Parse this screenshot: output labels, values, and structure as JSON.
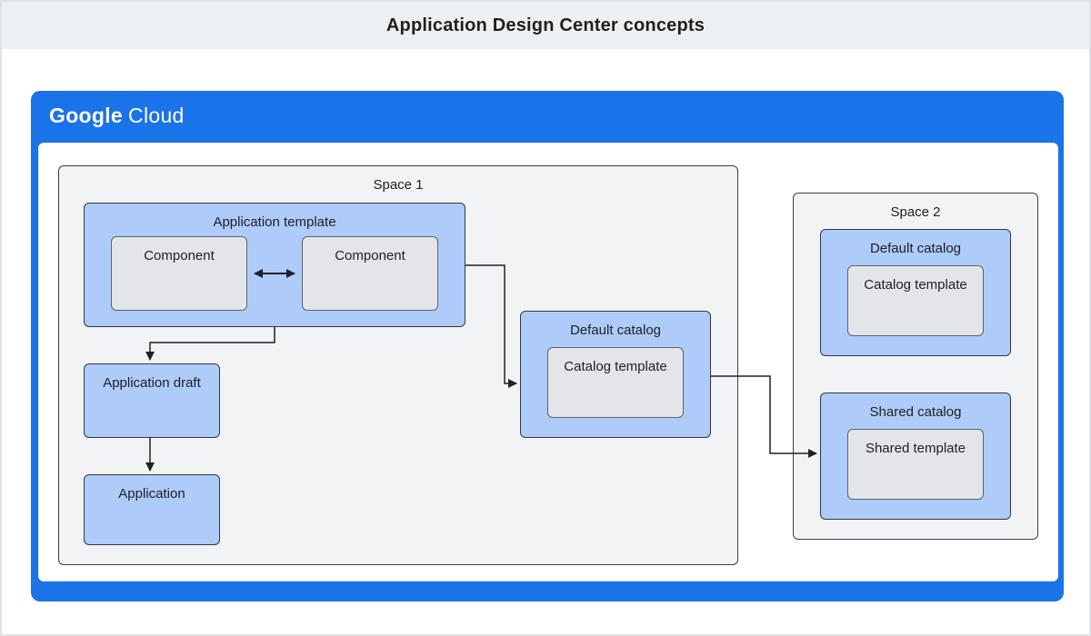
{
  "title": "Application Design Center concepts",
  "brand": {
    "google": "Google",
    "cloud": "Cloud"
  },
  "spaces": {
    "space1": {
      "label": "Space 1",
      "application_template": {
        "label": "Application template",
        "components": [
          "Component",
          "Component"
        ]
      },
      "application_draft": {
        "label": "Application draft"
      },
      "application": {
        "label": "Application"
      },
      "default_catalog": {
        "label": "Default catalog",
        "catalog_template": {
          "label": "Catalog template"
        }
      }
    },
    "space2": {
      "label": "Space 2",
      "default_catalog": {
        "label": "Default catalog",
        "catalog_template": {
          "label": "Catalog template"
        }
      },
      "shared_catalog": {
        "label": "Shared catalog",
        "shared_template": {
          "label": "Shared template"
        }
      }
    }
  },
  "colors": {
    "brand_blue": "#1a73e8",
    "node_blue": "#aecbfa",
    "node_gray": "#e3e5e8",
    "space_gray": "#f1f3f4",
    "connector_line": "#202124",
    "header_band": "#edf0f2"
  }
}
